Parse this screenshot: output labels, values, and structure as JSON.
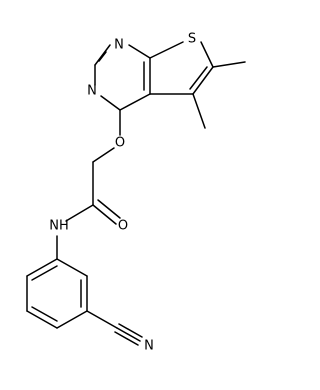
{
  "atoms": {
    "n_top": "N",
    "n_left": "N",
    "s_ring": "S",
    "o_ether": "O",
    "o_carbonyl": "O",
    "nh_amide": "NH",
    "n_nitrile": "N"
  },
  "colors": {
    "bond": "#000000",
    "label": "#000000",
    "background": "#ffffff"
  }
}
